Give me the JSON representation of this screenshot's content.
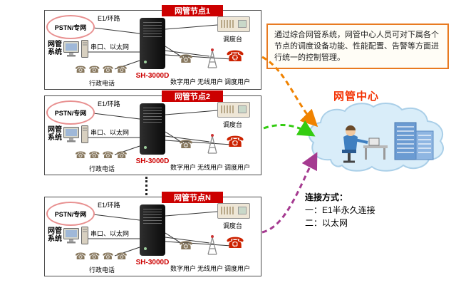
{
  "nodes": [
    {
      "title": "网管节点1",
      "cloud": "PSTN/专网",
      "e1": "E1/环路",
      "nms": "网管系统",
      "serial": "串口、以太网",
      "device": "SH-3000D",
      "phones": "行政电话",
      "console": "调度台",
      "users": [
        "数字用户",
        "无线用户",
        "调度用户"
      ]
    },
    {
      "title": "网管节点2",
      "cloud": "PSTN/专网",
      "e1": "E1/环路",
      "nms": "网管系统",
      "serial": "串口、以太网",
      "device": "SH-3000D",
      "phones": "行政电话",
      "console": "调度台",
      "users": [
        "数字用户",
        "无线用户",
        "调度用户"
      ]
    },
    {
      "title": "网管节点N",
      "cloud": "PSTN/专网",
      "e1": "E1/环路",
      "nms": "网管系统",
      "serial": "串口、以太网",
      "device": "SH-3000D",
      "phones": "行政电话",
      "console": "调度台",
      "users": [
        "数字用户",
        "无线用户",
        "调度用户"
      ]
    }
  ],
  "center": {
    "description": "通过综合网管系统，网管中心人员可对下属各个节点的调度设备功能、性能配置、告警等方面进行统一的控制管理。",
    "title": "网管中心",
    "connect_title": "连接方式：",
    "connect_1": "一：E1半永久连接",
    "connect_2": "二：以太网"
  },
  "icons": {
    "phone": "☎"
  },
  "colors": {
    "arrow_node1": "#f08200",
    "arrow_node2": "#33cc11",
    "arrow_nodeN": "#a53a90",
    "banner_bg": "#cc0000",
    "device_label": "#cc0000",
    "center_title": "#f33000",
    "desc_border": "#e87a20"
  }
}
